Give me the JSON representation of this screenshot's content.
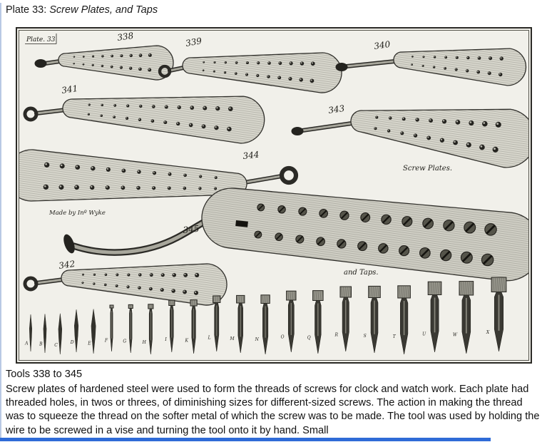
{
  "header": {
    "title_prefix": "Plate 33: ",
    "title_italic": "Screw Plates, and Taps"
  },
  "plate": {
    "corner_label": "Plate. 33",
    "maker_note": "Made by Inº Wyke",
    "screw_plates_label": "Screw Plates.",
    "taps_label": "and Taps.",
    "tools": {
      "t338": "338",
      "t339": "339",
      "t340": "340",
      "t341": "341",
      "t342": "342",
      "t343": "343",
      "t344": "344",
      "t345": "345"
    },
    "tap_letters": [
      "A",
      "B",
      "C",
      "D",
      "E",
      "F",
      "G",
      "H",
      "I",
      "K",
      "L",
      "M",
      "N",
      "O",
      "Q",
      "R",
      "S",
      "T",
      "U",
      "W",
      "X"
    ]
  },
  "body": {
    "caption": "Tools 338 to 345",
    "paragraph": "Screw plates of hardened steel were used to form the threads of screws for clock and watch work. Each plate had threaded holes, in twos or threes, of diminishing sizes for different-sized screws. The action in making the thread was to squeeze the thread on the softer metal of which the screw was to be made. The tool was used by holding the wire to be screwed in a vise and turning the tool onto it by hand. Small"
  }
}
